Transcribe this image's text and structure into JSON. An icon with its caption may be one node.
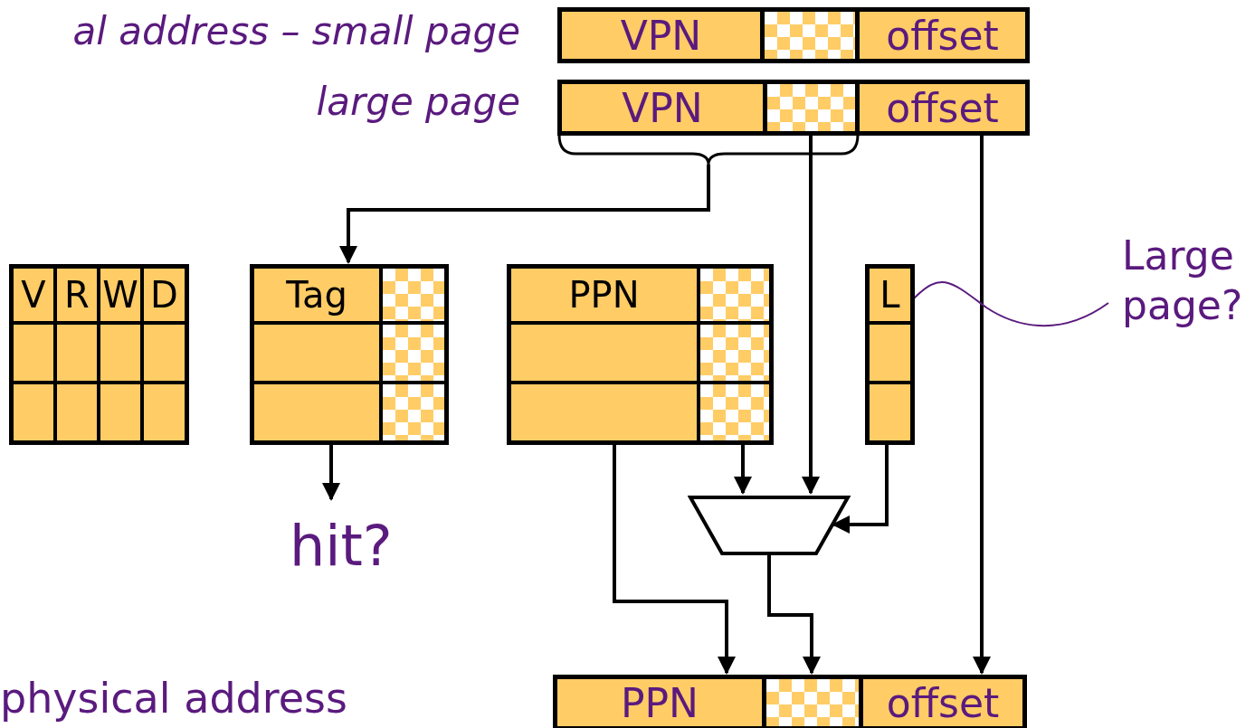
{
  "diagram": {
    "nodes": [
      {
        "text": [
          "VPN"
        ]
      },
      {
        "text": [],
        "shape": "box"
      },
      {
        "text": [
          "offset"
        ]
      },
      {
        "text": [
          "VPN"
        ]
      },
      {
        "text": [],
        "shape": "box"
      },
      {
        "text": [
          "offset"
        ]
      },
      {
        "text": [
          "V",
          "R",
          "W",
          "D"
        ]
      },
      {
        "text": [
          "Tag"
        ]
      },
      {
        "text": [
          "PPN"
        ]
      },
      {
        "text": [
          "L"
        ]
      },
      {
        "text": [
          "Large page?"
        ]
      },
      {
        "text": [
          "hit?"
        ]
      },
      {
        "text": [],
        "shape": "trapezoid"
      },
      {
        "text": [
          "PPN"
        ]
      },
      {
        "text": [],
        "shape": "box"
      },
      {
        "text": [
          "offset"
        ]
      }
    ],
    "edges": [
      {
        "from": 3,
        "to": 7,
        "arrow": "to"
      },
      {
        "from": 4,
        "to": 7,
        "arrow": "to"
      },
      {
        "from": 4,
        "to": 12,
        "arrow": "to"
      },
      {
        "from": 5,
        "to": 15,
        "arrow": "to"
      },
      {
        "from": 7,
        "to": 11,
        "arrow": "to"
      },
      {
        "from": 8,
        "to": 12,
        "arrow": "to"
      },
      {
        "from": 8,
        "to": 13,
        "arrow": "to"
      },
      {
        "from": 9,
        "to": 12,
        "arrow": "to"
      },
      {
        "from": 12,
        "to": 14,
        "arrow": "to"
      },
      {
        "from": 10,
        "to": 9,
        "arrow": "none",
        "color": "#5a1a7e"
      }
    ],
    "labels": [
      "al address – small page",
      "large page",
      "physical address"
    ]
  }
}
